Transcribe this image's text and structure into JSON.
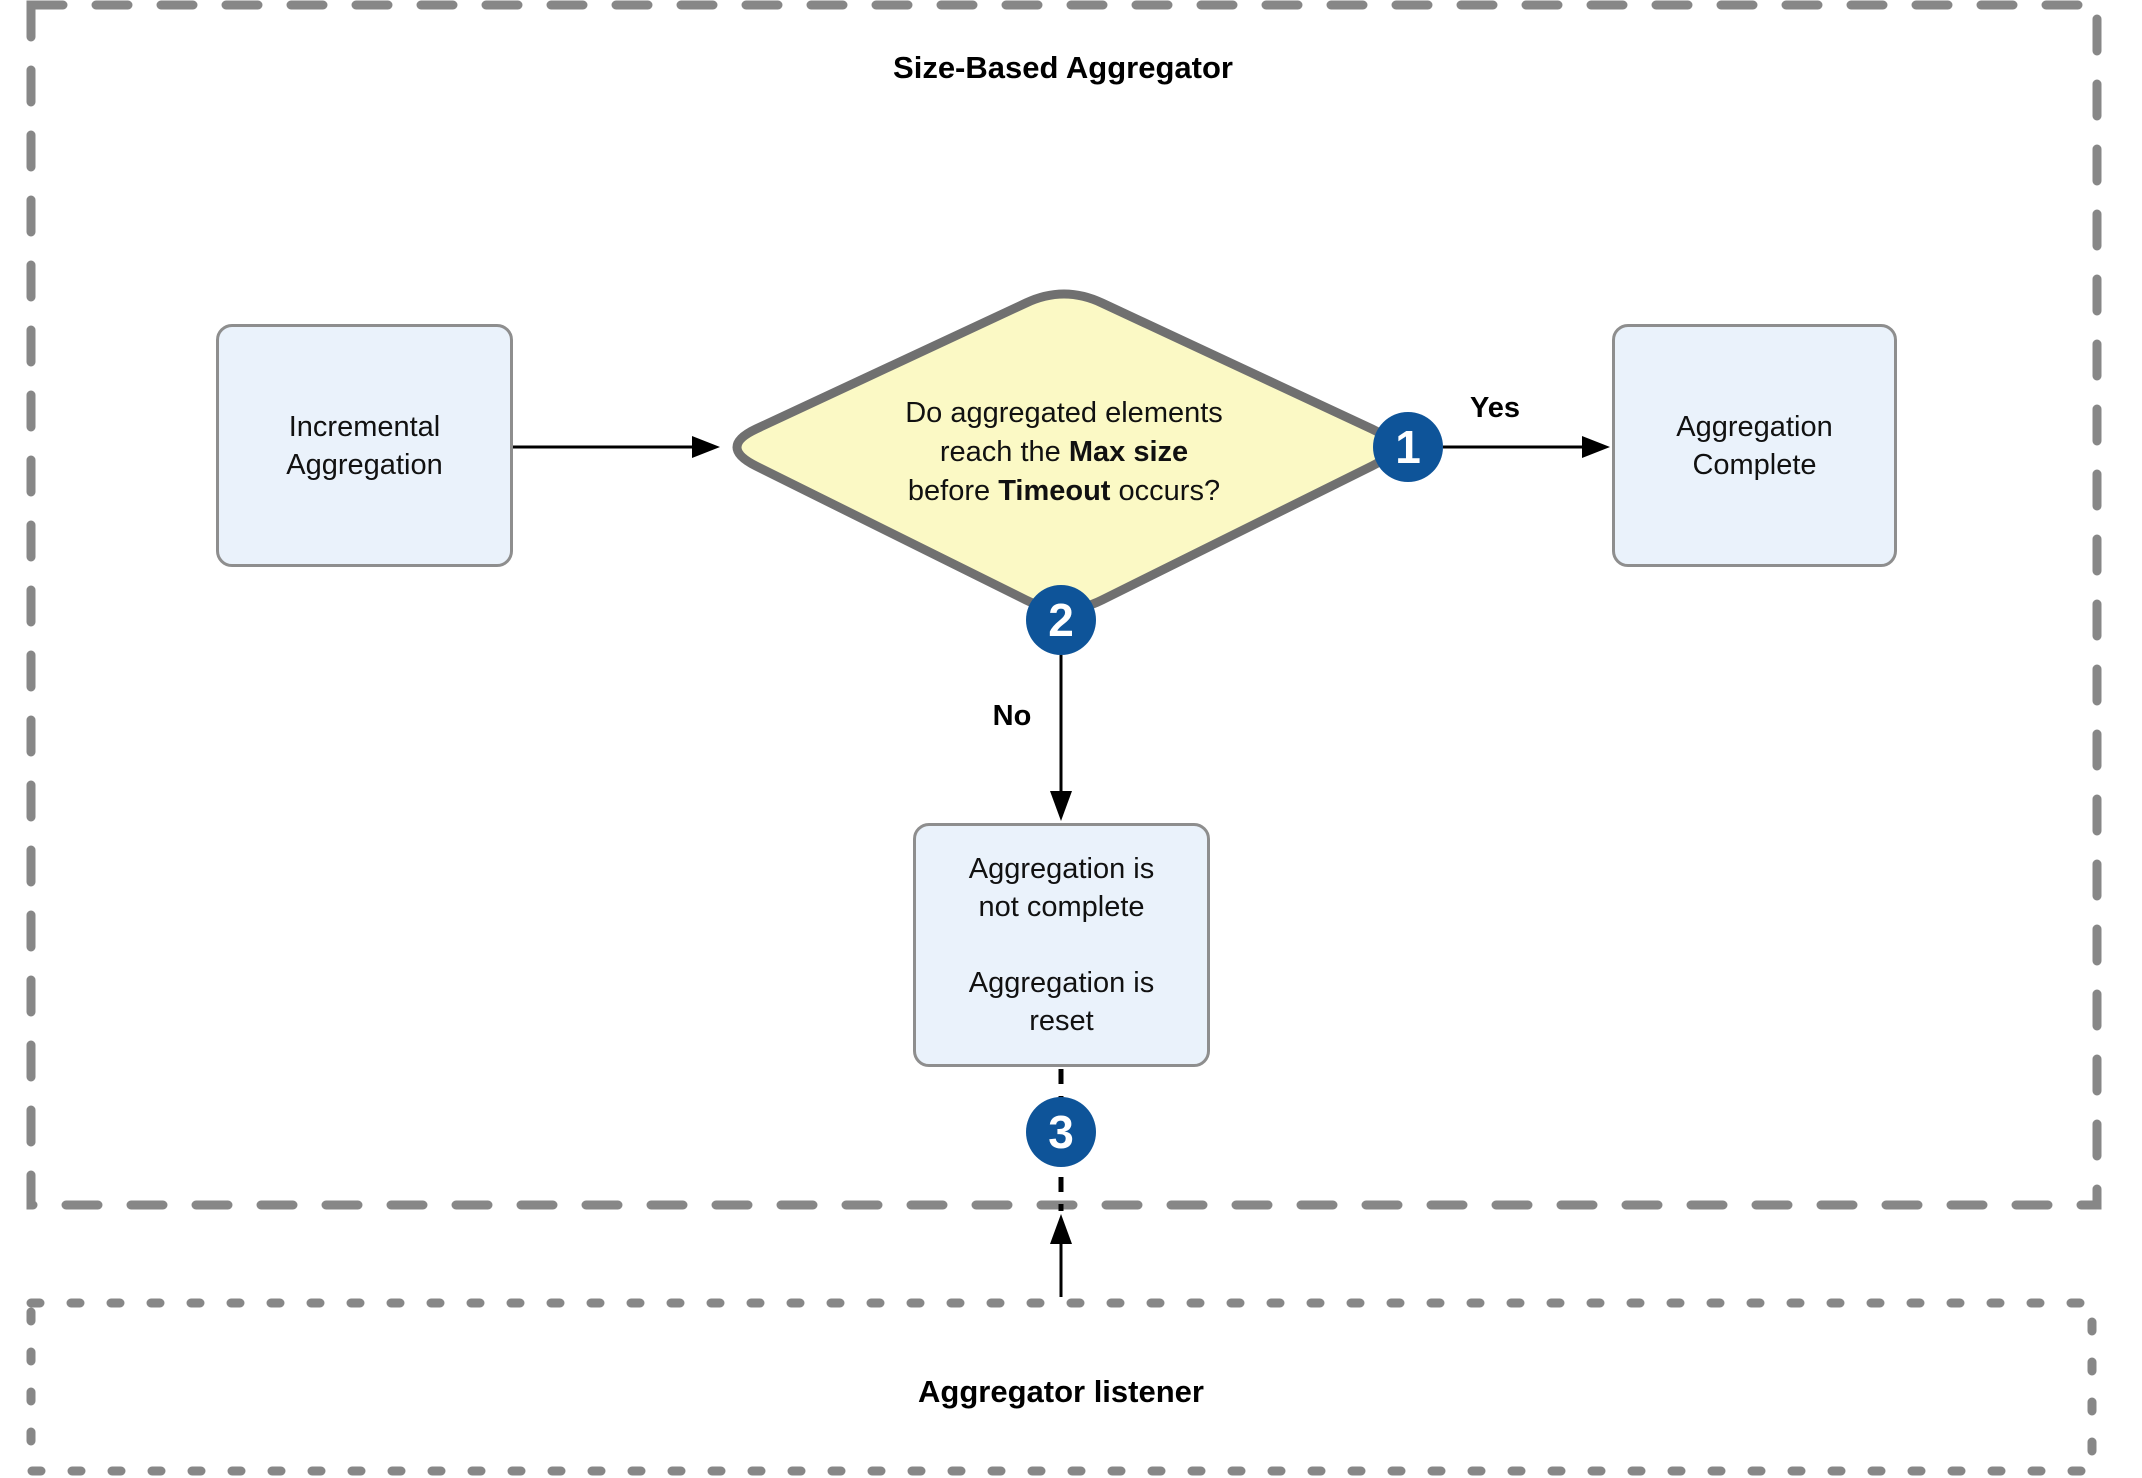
{
  "aggregator_region": {
    "title": "Size-Based Aggregator",
    "nodes": {
      "incremental": {
        "label": "Incremental Aggregation"
      },
      "decision": {
        "line1": "Do aggregated elements",
        "line2_pre": "reach the ",
        "line2_bold": "Max size",
        "line3_pre": "before ",
        "line3_bold": "Timeout",
        "line3_post": " occurs?"
      },
      "complete": {
        "label": "Aggregation Complete"
      },
      "not_complete": {
        "para1": "Aggregation is not complete",
        "para2": "Aggregation is reset"
      }
    },
    "edges": {
      "yes_label": "Yes",
      "no_label": "No"
    },
    "badges": {
      "step1": "1",
      "step2": "2",
      "step3": "3"
    }
  },
  "listener_region": {
    "title": "Aggregator listener"
  },
  "colors": {
    "badge_blue": "#0e5499",
    "node_fill": "#eaf2fb",
    "node_border": "#8e8e8e",
    "diamond_fill": "#fbf9c5",
    "diamond_border": "#707070",
    "dash_gray": "#878787",
    "arrow_black": "#000000"
  }
}
